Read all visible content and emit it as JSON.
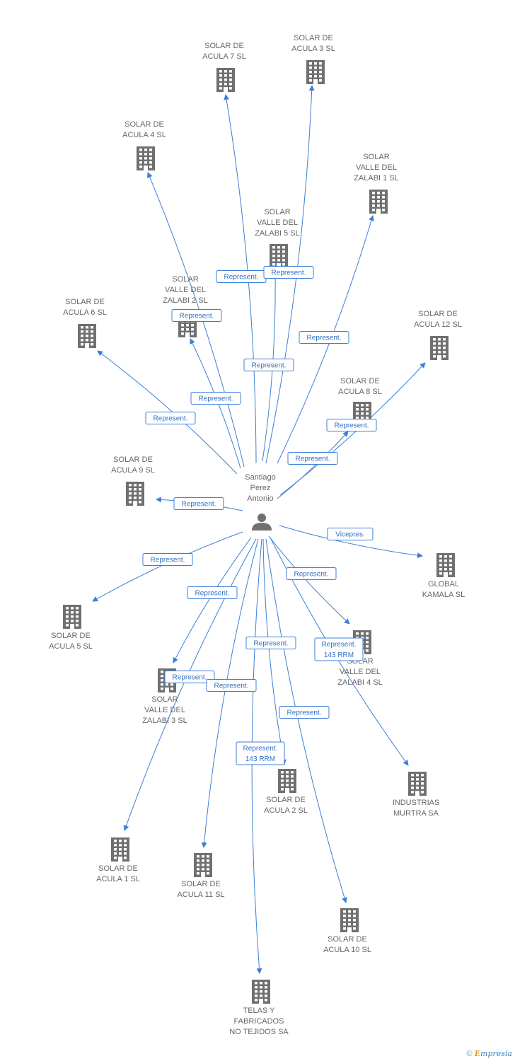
{
  "person": {
    "name_lines": [
      "Santiago",
      "Perez",
      "Antonio"
    ]
  },
  "nodes": [
    {
      "id": "acula7",
      "label_lines": [
        "SOLAR DE",
        "ACULA 7 SL"
      ]
    },
    {
      "id": "acula3",
      "label_lines": [
        "SOLAR DE",
        "ACULA 3 SL"
      ]
    },
    {
      "id": "acula4",
      "label_lines": [
        "SOLAR DE",
        "ACULA 4 SL"
      ]
    },
    {
      "id": "valle1",
      "label_lines": [
        "SOLAR",
        "VALLE DEL",
        "ZALABI 1 SL"
      ]
    },
    {
      "id": "valle5",
      "label_lines": [
        "SOLAR",
        "VALLE DEL",
        "ZALABI 5 SL"
      ]
    },
    {
      "id": "valle2",
      "label_lines": [
        "SOLAR",
        "VALLE DEL",
        "ZALABI 2 SL"
      ]
    },
    {
      "id": "acula6",
      "label_lines": [
        "SOLAR DE",
        "ACULA 6 SL"
      ]
    },
    {
      "id": "acula12",
      "label_lines": [
        "SOLAR DE",
        "ACULA 12 SL"
      ]
    },
    {
      "id": "acula8",
      "label_lines": [
        "SOLAR DE",
        "ACULA 8 SL"
      ]
    },
    {
      "id": "acula9",
      "label_lines": [
        "SOLAR DE",
        "ACULA 9 SL"
      ]
    },
    {
      "id": "global",
      "label_lines": [
        "GLOBAL",
        "KAMALA SL"
      ]
    },
    {
      "id": "acula5",
      "label_lines": [
        "SOLAR DE",
        "ACULA 5 SL"
      ]
    },
    {
      "id": "valle4",
      "label_lines": [
        "SOLAR",
        "VALLE DEL",
        "ZALABI 4 SL"
      ]
    },
    {
      "id": "valle3",
      "label_lines": [
        "SOLAR",
        "VALLE DEL",
        "ZALABI 3 SL"
      ]
    },
    {
      "id": "industrias",
      "label_lines": [
        "INDUSTRIAS",
        "MURTRA SA"
      ]
    },
    {
      "id": "acula2",
      "label_lines": [
        "SOLAR DE",
        "ACULA 2 SL"
      ]
    },
    {
      "id": "acula1",
      "label_lines": [
        "SOLAR DE",
        "ACULA 1 SL"
      ]
    },
    {
      "id": "acula11",
      "label_lines": [
        "SOLAR DE",
        "ACULA 11 SL"
      ]
    },
    {
      "id": "acula10",
      "label_lines": [
        "SOLAR DE",
        "ACULA 10 SL"
      ]
    },
    {
      "id": "telas",
      "label_lines": [
        "TELAS Y",
        "FABRICADOS",
        "NO TEJIDOS SA"
      ]
    }
  ],
  "edges": [
    {
      "target": "acula7",
      "label_lines": [
        "Represent."
      ]
    },
    {
      "target": "acula3",
      "label_lines": [
        "Represent."
      ]
    },
    {
      "target": "acula4",
      "label_lines": [
        "Represent."
      ]
    },
    {
      "target": "valle1",
      "label_lines": [
        "Represent."
      ]
    },
    {
      "target": "valle5",
      "label_lines": [
        "Represent."
      ]
    },
    {
      "target": "valle2",
      "label_lines": [
        "Represent."
      ]
    },
    {
      "target": "acula6",
      "label_lines": [
        "Represent."
      ]
    },
    {
      "target": "acula12",
      "label_lines": [
        "Represent."
      ]
    },
    {
      "target": "acula8",
      "label_lines": [
        "Represent."
      ]
    },
    {
      "target": "acula9",
      "label_lines": [
        "Represent."
      ]
    },
    {
      "target": "global",
      "label_lines": [
        "Vicepres."
      ]
    },
    {
      "target": "acula5",
      "label_lines": [
        "Represent."
      ]
    },
    {
      "target": "valle4",
      "label_lines": [
        "Represent."
      ]
    },
    {
      "target": "valle3",
      "label_lines": [
        "Represent."
      ]
    },
    {
      "target": "industrias",
      "label_lines": [
        "Represent.",
        "143 RRM"
      ]
    },
    {
      "target": "acula2",
      "label_lines": [
        "Represent.",
        "143 RRM"
      ]
    },
    {
      "target": "acula1",
      "label_lines": [
        "Represent."
      ]
    },
    {
      "target": "acula11",
      "label_lines": [
        "Represent."
      ]
    },
    {
      "target": "acula10",
      "label_lines": [
        "Represent."
      ]
    },
    {
      "target": "telas",
      "label_lines": [
        "Represent."
      ]
    }
  ],
  "footer": {
    "copyright": "©",
    "brand_first": "E",
    "brand_rest": "mpresia"
  },
  "colors": {
    "edge": "#3c7fd6",
    "icon": "#707070",
    "label": "#666666"
  }
}
